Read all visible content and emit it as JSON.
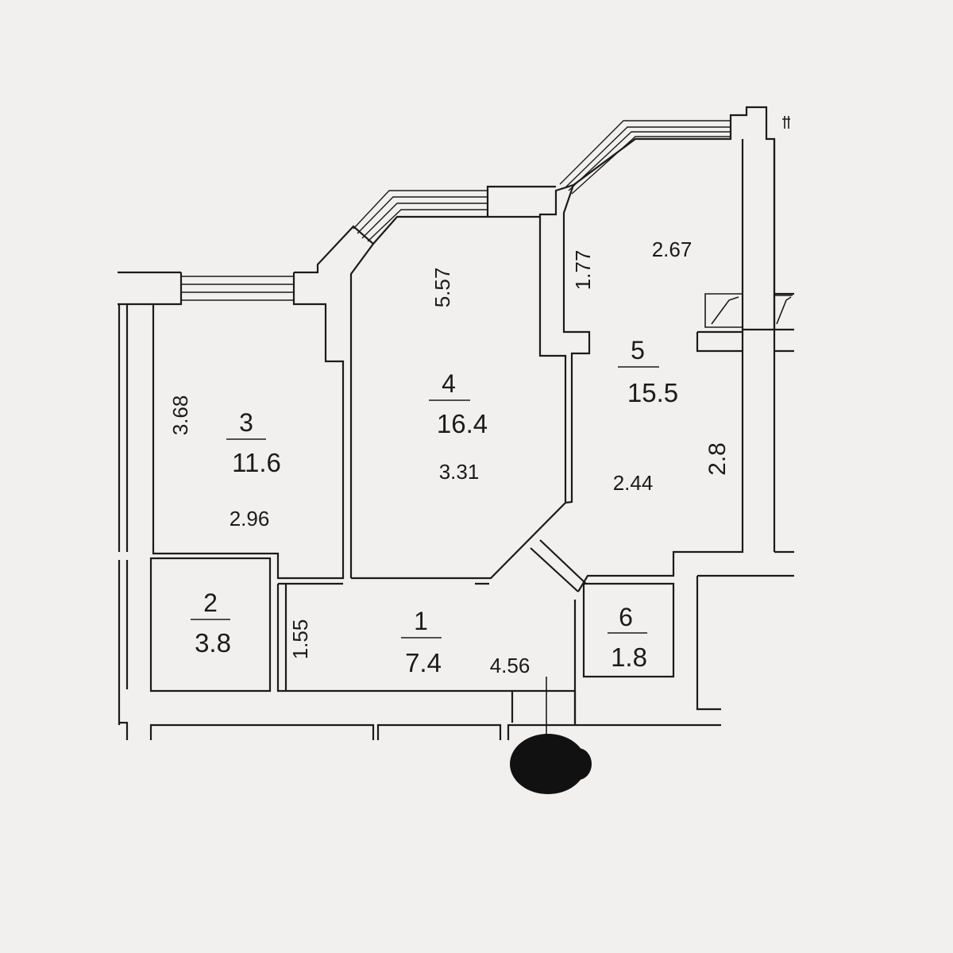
{
  "rooms": [
    {
      "id": "r1",
      "number": "1",
      "area": "7.4"
    },
    {
      "id": "r2",
      "number": "2",
      "area": "3.8"
    },
    {
      "id": "r3",
      "number": "3",
      "area": "11.6"
    },
    {
      "id": "r4",
      "number": "4",
      "area": "16.4"
    },
    {
      "id": "r5",
      "number": "5",
      "area": "15.5"
    },
    {
      "id": "r6",
      "number": "6",
      "area": "1.8"
    }
  ],
  "dimensions": {
    "room1_length": "4.56",
    "room1_width": "1.55",
    "room3_height": "3.68",
    "room3_width": "2.96",
    "room4_height": "5.57",
    "room4_width": "3.31",
    "room5_top_width": "2.67",
    "room5_top_height": "1.77",
    "room5_width": "2.44",
    "room5_height": "2.8"
  },
  "colors": {
    "background": "#f1f0ee",
    "lines": "#1b1b1b",
    "redaction": "#111111"
  }
}
